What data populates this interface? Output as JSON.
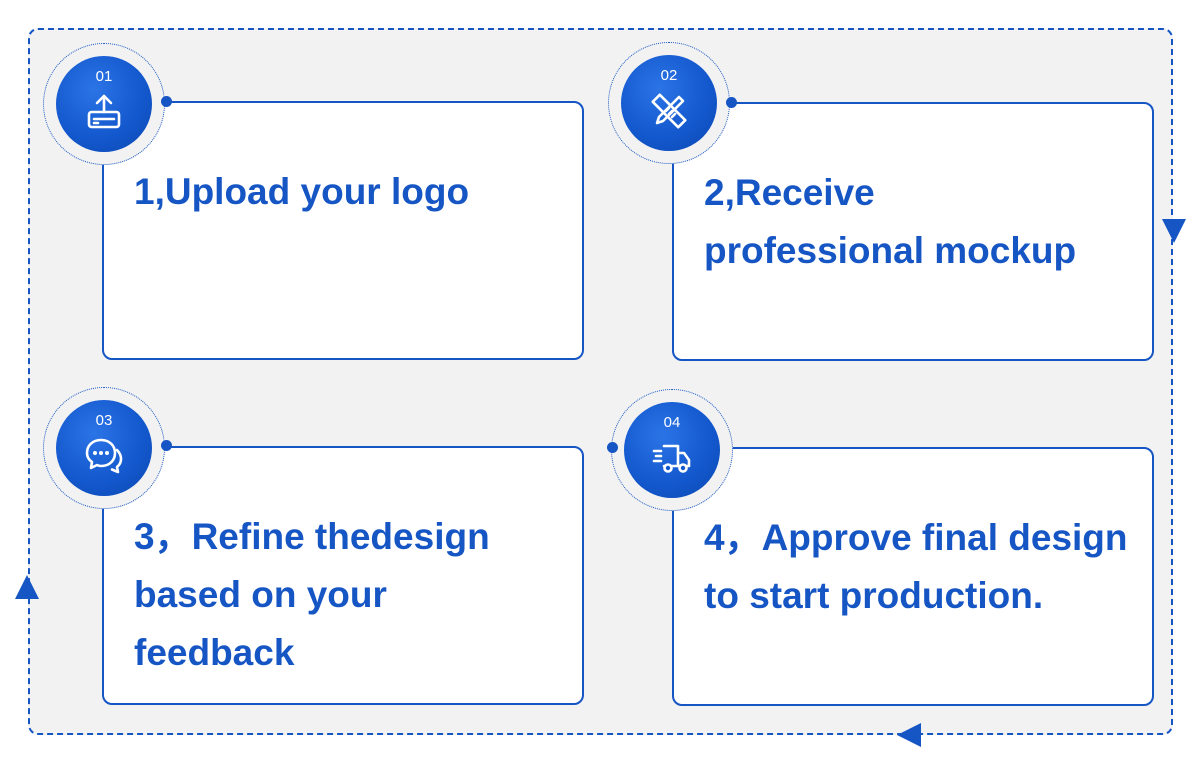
{
  "accent_color": "#1656c4",
  "steps": [
    {
      "number": "01",
      "icon": "upload-icon",
      "text": "1,Upload  your logo"
    },
    {
      "number": "02",
      "icon": "design-tools-icon",
      "text": "2,Receive\nprofessional mockup"
    },
    {
      "number": "03",
      "icon": "chat-bubbles-icon",
      "text": "3，Refine thedesign\nbased on your\nfeedback"
    },
    {
      "number": "04",
      "icon": "delivery-truck-icon",
      "text": "4，Approve final design\nto start production."
    }
  ]
}
